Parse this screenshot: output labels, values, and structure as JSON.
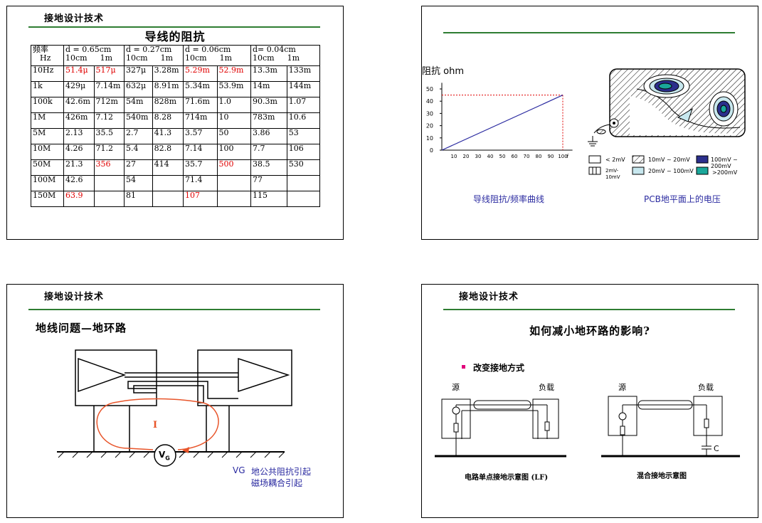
{
  "slide1": {
    "header": "接地设计技术",
    "title": "导线的阻抗",
    "table": {
      "head1": [
        "频率",
        "d = 0.65cm",
        "d = 0.27cm",
        "d = 0.06cm",
        "d= 0.04cm"
      ],
      "head2": [
        "Hz",
        "10cm",
        "1m",
        "10cm",
        "1m",
        "10cm",
        "1m",
        "10cm",
        "1m"
      ],
      "rows": [
        [
          "10Hz",
          "51.4μ",
          "517μ",
          "327μ",
          "3.28m",
          "5.29m",
          "52.9m",
          "13.3m",
          "133m"
        ],
        [
          "1k",
          "429μ",
          "7.14m",
          "632μ",
          "8.91m",
          "5.34m",
          "53.9m",
          "14m",
          "144m"
        ],
        [
          "100k",
          "42.6m",
          "712m",
          "54m",
          "828m",
          "71.6m",
          "1.0",
          "90.3m",
          "1.07"
        ],
        [
          "1M",
          "426m",
          "7.12",
          "540m",
          "8.28",
          "714m",
          "10",
          "783m",
          "10.6"
        ],
        [
          "5M",
          "2.13",
          "35.5",
          "2.7",
          "41.3",
          "3.57",
          "50",
          "3.86",
          "53"
        ],
        [
          "10M",
          "4.26",
          "71.2",
          "5.4",
          "82.8",
          "7.14",
          "100",
          "7.7",
          "106"
        ],
        [
          "50M",
          "21.3",
          "356",
          "27",
          "414",
          "35.7",
          "500",
          "38.5",
          "530"
        ],
        [
          "100M",
          "42.6",
          "",
          "54",
          "",
          "71.4",
          "",
          "77",
          ""
        ],
        [
          "150M",
          "63.9",
          "",
          "81",
          "",
          "107",
          "",
          "115",
          ""
        ]
      ]
    }
  },
  "slide2": {
    "chart_data": {
      "type": "line",
      "ylabel": "阻抗 ohm",
      "yticks": [
        "50",
        "40",
        "30",
        "20",
        "10",
        "0"
      ],
      "xticks": [
        "10",
        "20",
        "30",
        "40",
        "50",
        "60",
        "70",
        "80",
        "90",
        "100",
        "f"
      ],
      "series": [
        {
          "x": [
            0,
            100
          ],
          "y": [
            0,
            45
          ]
        }
      ]
    },
    "chart_caption": "导线阻抗/频率曲线",
    "pcb_caption": "PCB地平面上的电压",
    "legend": [
      "< 2mV",
      "10mV ~ 20mV",
      "100mV ~ 200mV",
      "2mV-",
      "10mV",
      "20mV ~ 100mV",
      ">200mV"
    ]
  },
  "slide3": {
    "header": "接地设计技术",
    "title": "地线问题—地环路",
    "current_label": "I",
    "vg_label": "VG",
    "vg_symbol": "V",
    "vg_sub": "G",
    "note1": "地公共阻抗引起",
    "note2": "磁场耦合引起"
  },
  "slide4": {
    "header": "接地设计技术",
    "title": "如何减小地环路的影响?",
    "bullet": "改变接地方式",
    "src": "源",
    "load": "负载",
    "cap_label": "C",
    "caption_left": "电路单点接地示意图 (LF)",
    "caption_right": "混合接地示意图"
  },
  "colors": {
    "green": "#2e7d32",
    "red": "#e00000",
    "blue": "#2a2aa0",
    "orange": "#e8552a"
  }
}
